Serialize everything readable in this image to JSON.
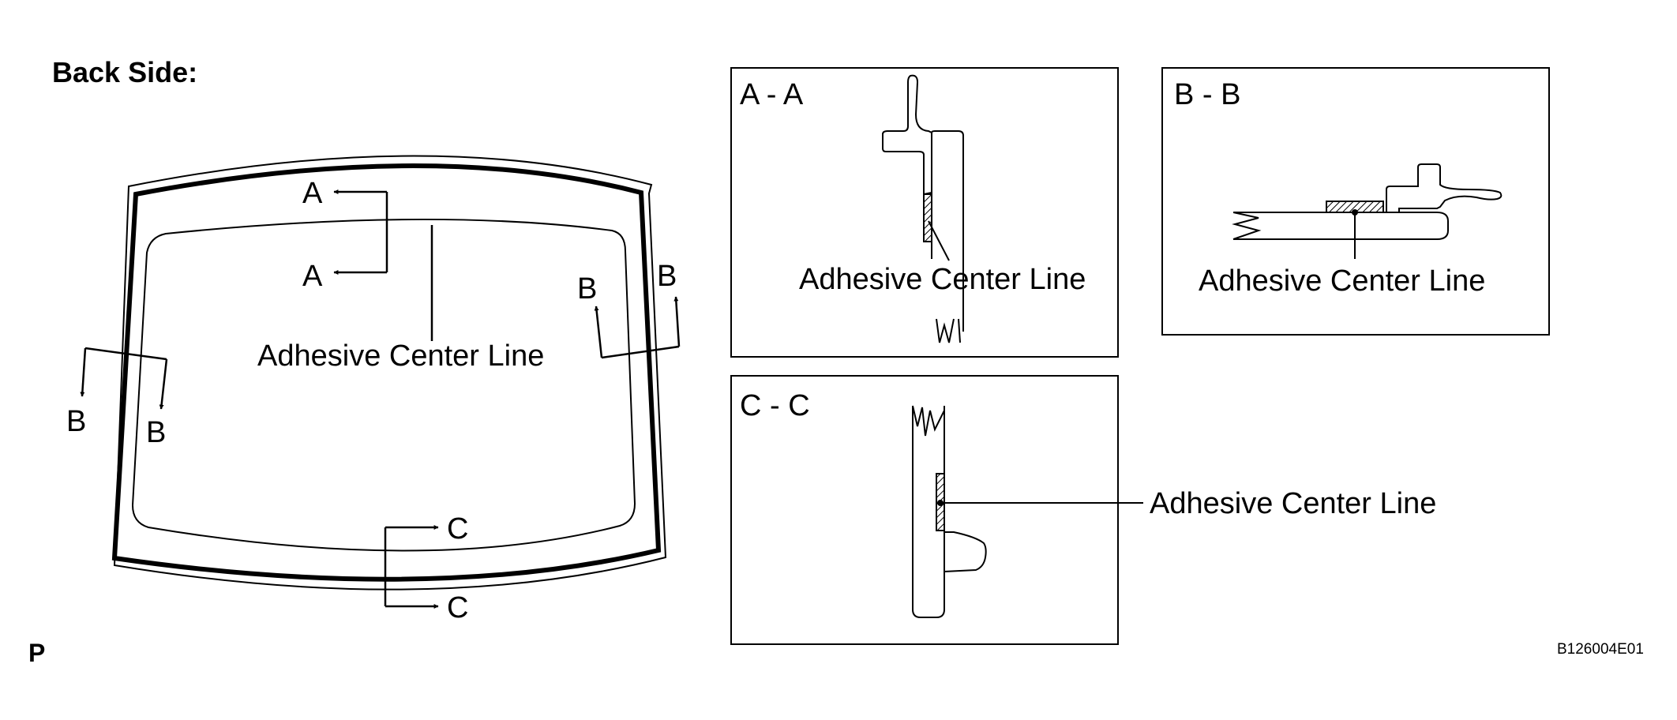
{
  "heading": "Back Side:",
  "corner_mark": "P",
  "figure_code": "B126004E01",
  "callout_label": "Adhesive Center Line",
  "section_marks": {
    "a": "A",
    "b": "B",
    "c": "C"
  },
  "sections": [
    {
      "id": "a",
      "title": "A - A",
      "callout": "Adhesive Center Line"
    },
    {
      "id": "b",
      "title": "B - B",
      "callout": "Adhesive Center Line"
    },
    {
      "id": "c",
      "title": "C - C",
      "callout": "Adhesive Center Line"
    }
  ]
}
